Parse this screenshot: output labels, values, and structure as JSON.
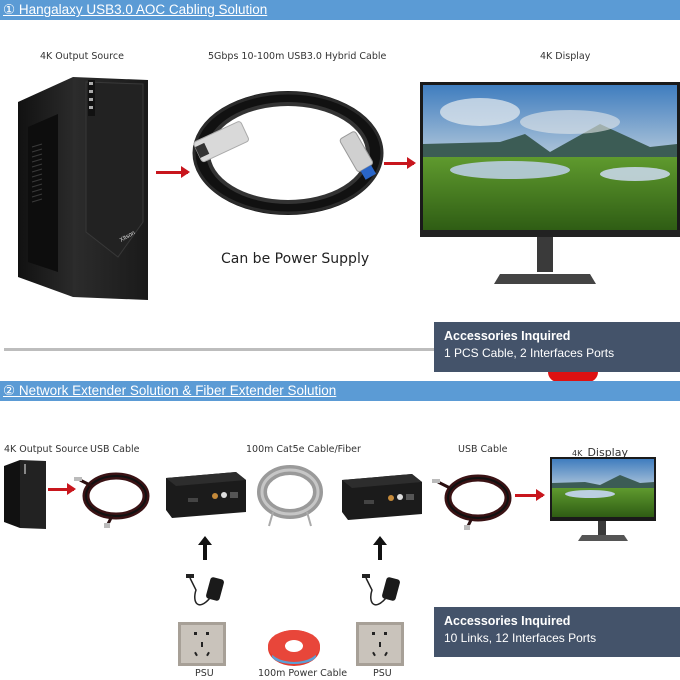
{
  "section1": {
    "title": "① Hangalaxy USB3.0 AOC Cabling Solution",
    "labels": {
      "source": "4K Output Source",
      "cable": "5Gbps 10-100m USB3.0 Hybrid Cable",
      "display": "4K Display"
    },
    "cable_caption": "Can be Power Supply",
    "accessories": {
      "title": "Accessories Inquired",
      "detail": "1 PCS Cable, 2 Interfaces Ports"
    }
  },
  "section2": {
    "title": "② Network Extender Solution & Fiber Extender Solution",
    "labels": {
      "source": "4K Output Source",
      "usb_cable_left": "USB Cable",
      "middle_cable": "100m Cat5e Cable/Fiber",
      "usb_cable_right": "USB Cable",
      "display_prefix": "4K",
      "display": "Display"
    },
    "power": {
      "psu_left": "PSU",
      "power_cable": "100m Power Cable",
      "psu_right": "PSU"
    },
    "accessories": {
      "title": "Accessories Inquired",
      "detail": "10 Links, 12 Interfaces Ports"
    }
  },
  "colors": {
    "banner": "#5b9bd5",
    "accessories_box": "#44536a",
    "arrow": "#c8161d"
  }
}
